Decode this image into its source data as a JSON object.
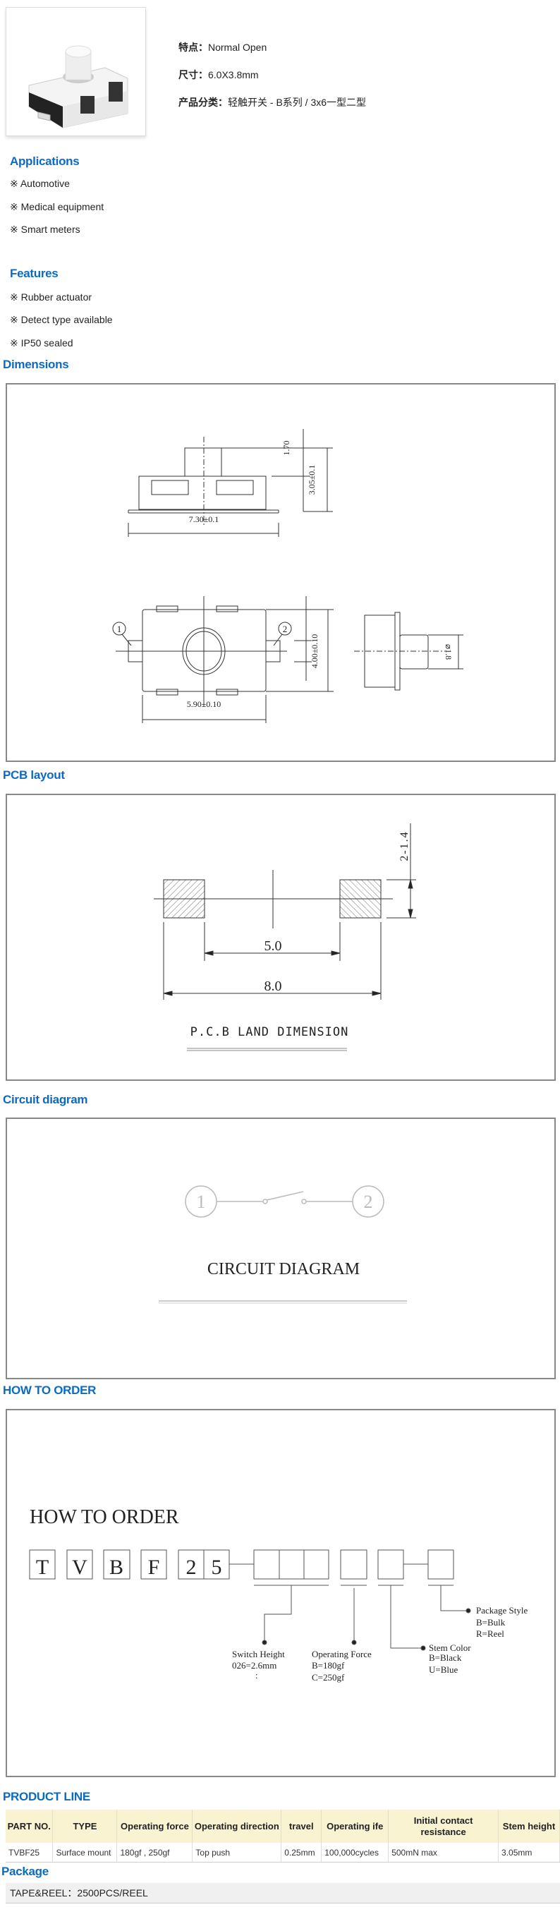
{
  "info": {
    "feature_label": "特点：",
    "feature_value": "Normal Open",
    "size_label": "尺寸：",
    "size_value": "6.0X3.8mm",
    "category_label": "产品分类：",
    "category_value": "轻触开关 - B系列 / 3x6一型二型"
  },
  "applications": {
    "title": "Applications",
    "items": [
      "※ Automotive",
      "※ Medical equipment",
      "※ Smart meters"
    ]
  },
  "features": {
    "title": "Features",
    "items": [
      "※ Rubber actuator",
      "※ Detect type available",
      "※ IP50 sealed"
    ]
  },
  "dimensions": {
    "title": "Dimensions",
    "labels": {
      "stem": "1.70",
      "height": "3.05±0.1",
      "length": "7.30±0.1",
      "pin1": "1",
      "pin2": "2",
      "pitch": "4.00±0.10",
      "body": "5.90±0.10",
      "stem_dia": "⌀1.8"
    }
  },
  "pcb": {
    "title": "PCB layout",
    "pad": "2-1.4",
    "inner": "5.0",
    "outer": "8.0",
    "caption": "P.C.B LAND DIMENSION"
  },
  "circuit": {
    "title": "Circuit diagram",
    "pin1": "1",
    "pin2": "2",
    "caption": "CIRCUIT DIAGRAM"
  },
  "order": {
    "title": "HOW TO ORDER",
    "diagram_title": "HOW TO ORDER",
    "code": [
      "T",
      "V",
      "B",
      "F",
      "2",
      "5"
    ],
    "switch_height": {
      "title": "Switch Height",
      "lines": [
        "026=2.6mm",
        ":"
      ]
    },
    "operating_force": {
      "title": "Operating Force",
      "lines": [
        "B=180gf",
        "C=250gf"
      ]
    },
    "stem_color": {
      "title": "Stem Color",
      "lines": [
        "B=Black",
        "U=Blue"
      ]
    },
    "package_style": {
      "title": "Package Style",
      "lines": [
        "B=Bulk",
        "R=Reel"
      ]
    }
  },
  "product_line": {
    "title": "PRODUCT LINE",
    "headers": [
      "PART NO.",
      "TYPE",
      "Operating force",
      "Operating direction",
      "travel",
      "Operating ife",
      "Initial contact resistance",
      "Stem height"
    ],
    "rows": [
      [
        "TVBF25",
        "Surface mount",
        "180gf , 250gf",
        "Top push",
        "0.25mm",
        "100,000cycles",
        "500mN max",
        "3.05mm"
      ]
    ]
  },
  "package": {
    "title": "Package",
    "value": "TAPE&REEL：2500PCS/REEL"
  },
  "colors": {
    "heading": "#0b6bc4",
    "table_header": "#faf3d2"
  }
}
